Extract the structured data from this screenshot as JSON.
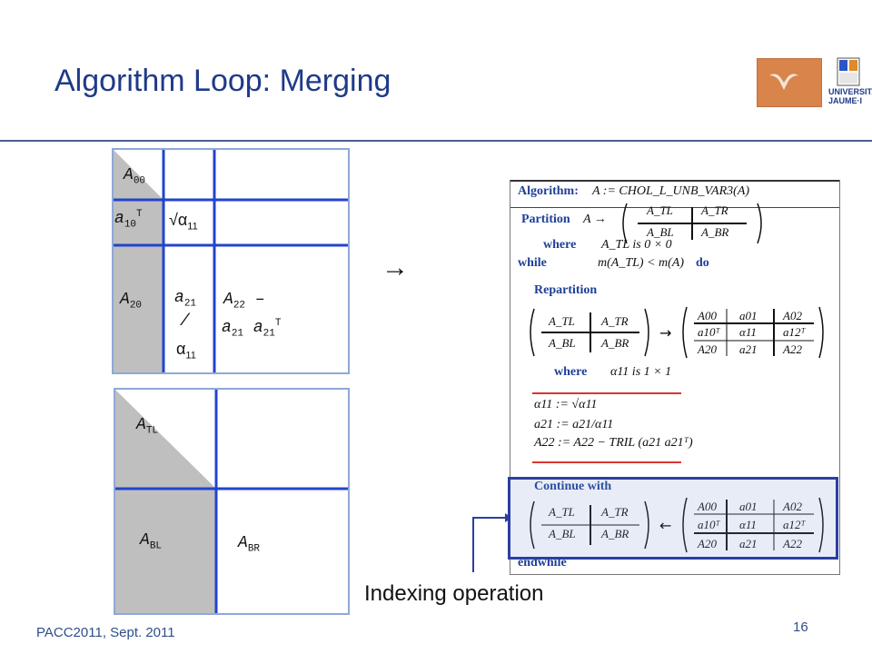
{
  "slide": {
    "title": "Algorithm Loop: Merging",
    "footer": "PACC2011, Sept. 2011",
    "page_number": "16",
    "indexing_label": "Indexing operation"
  },
  "logos": {
    "left": "texas-longhorn-logo",
    "right": "universitat-jaume-i-logo",
    "right_text": [
      "UNIVERSITAT",
      "JAUME·I"
    ]
  },
  "top_matrix": {
    "a00": "A",
    "a00_sub": "00",
    "a10": "a",
    "a10_sub": "10",
    "a10_sup": "T",
    "alpha11_prefix": "√α",
    "alpha11_sub": "11",
    "a20": "A",
    "a20_sub": "20",
    "a21": "a",
    "a21_sub": "21",
    "slash": "/",
    "alpha11b": "α",
    "alpha11b_sub": "11",
    "a22_line1": "A",
    "a22_sub": "22",
    "a22_minus": " –",
    "a22_line2_a": "a",
    "a22_line2_a_sub": "21",
    "a22_line2_b": "a",
    "a22_line2_b_sub": "21",
    "a22_line2_b_sup": "T"
  },
  "bottom_matrix": {
    "atl": "A",
    "atl_sub": "TL",
    "abl": "A",
    "abl_sub": "BL",
    "abr": "A",
    "abr_sub": "BR"
  },
  "arrow": "→",
  "algorithm": {
    "header_label": "Algorithm:",
    "header_expr": "A := CHOL_L_UNB_VAR3(A)",
    "partition": "Partition",
    "partition_expr": "A →",
    "where1": "where",
    "where1_expr": "A_TL is 0 × 0",
    "while": "while",
    "while_expr": "m(A_TL) < m(A)",
    "do": "do",
    "repartition": "Repartition",
    "where2": "where",
    "where2_expr": "α11 is 1 × 1",
    "stmt1": "α11 := √α11",
    "stmt2": "a21 := a21/α11",
    "stmt3": "A22 := A22 − TRIL (a21 a21ᵀ)",
    "continue": "Continue with",
    "endwhile": "endwhile",
    "m2x2": [
      "A_TL",
      "A_TR",
      "A_BL",
      "A_BR"
    ],
    "m3x3": [
      "A00",
      "a01",
      "A02",
      "a10ᵀ",
      "α11",
      "a12ᵀ",
      "A20",
      "a21",
      "A22"
    ]
  },
  "colors": {
    "title": "#1f3a8a",
    "grid_line": "#2244cc",
    "cell_border": "#8fa8d8",
    "shade": "#bfbfbf",
    "highlight_border": "#2b3ea0",
    "red_rule": "#dd3333",
    "footer": "#2d4f8c"
  }
}
